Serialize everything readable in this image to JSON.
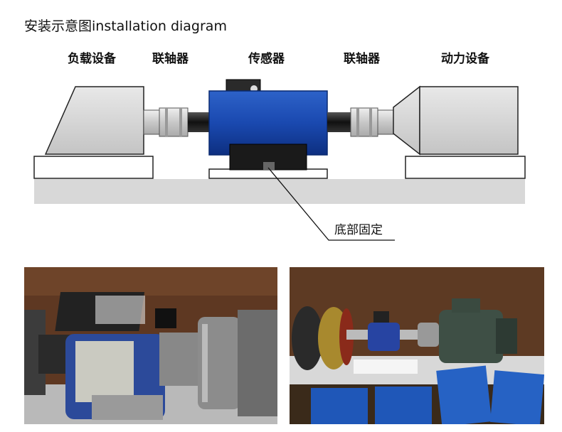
{
  "title": "安装示意图installation diagram",
  "labels": {
    "load_equipment": "负载设备",
    "coupling_left": "联轴器",
    "sensor": "传感器",
    "coupling_right": "联轴器",
    "power_equipment": "动力设备",
    "base_fixed": "底部固定"
  },
  "colors": {
    "sensor_blue": "#1b4fb5",
    "metal_gray": "#d4d4d4",
    "shaft_dark": "#222222",
    "ground": "#d9d9d9"
  }
}
